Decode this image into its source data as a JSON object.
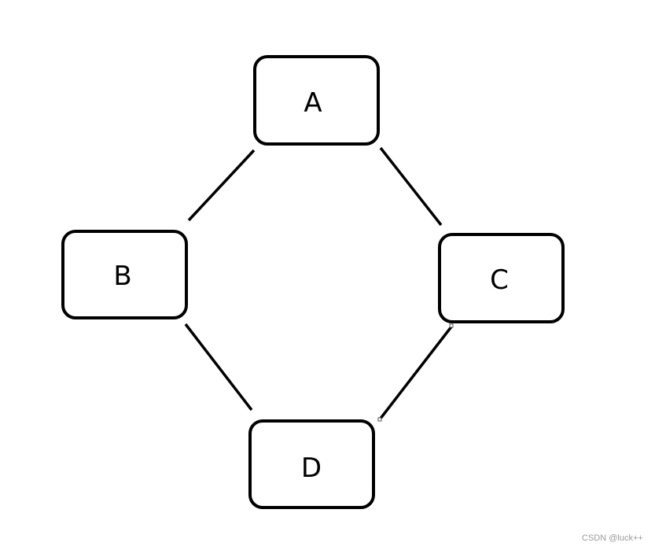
{
  "diagram": {
    "nodes": [
      {
        "id": "A",
        "label": "A"
      },
      {
        "id": "B",
        "label": "B"
      },
      {
        "id": "C",
        "label": "C"
      },
      {
        "id": "D",
        "label": "D"
      }
    ],
    "edges": [
      {
        "from": "A",
        "to": "B"
      },
      {
        "from": "A",
        "to": "C"
      },
      {
        "from": "B",
        "to": "D"
      },
      {
        "from": "C",
        "to": "D"
      }
    ]
  },
  "watermark": {
    "text": "CSDN @luck++"
  }
}
